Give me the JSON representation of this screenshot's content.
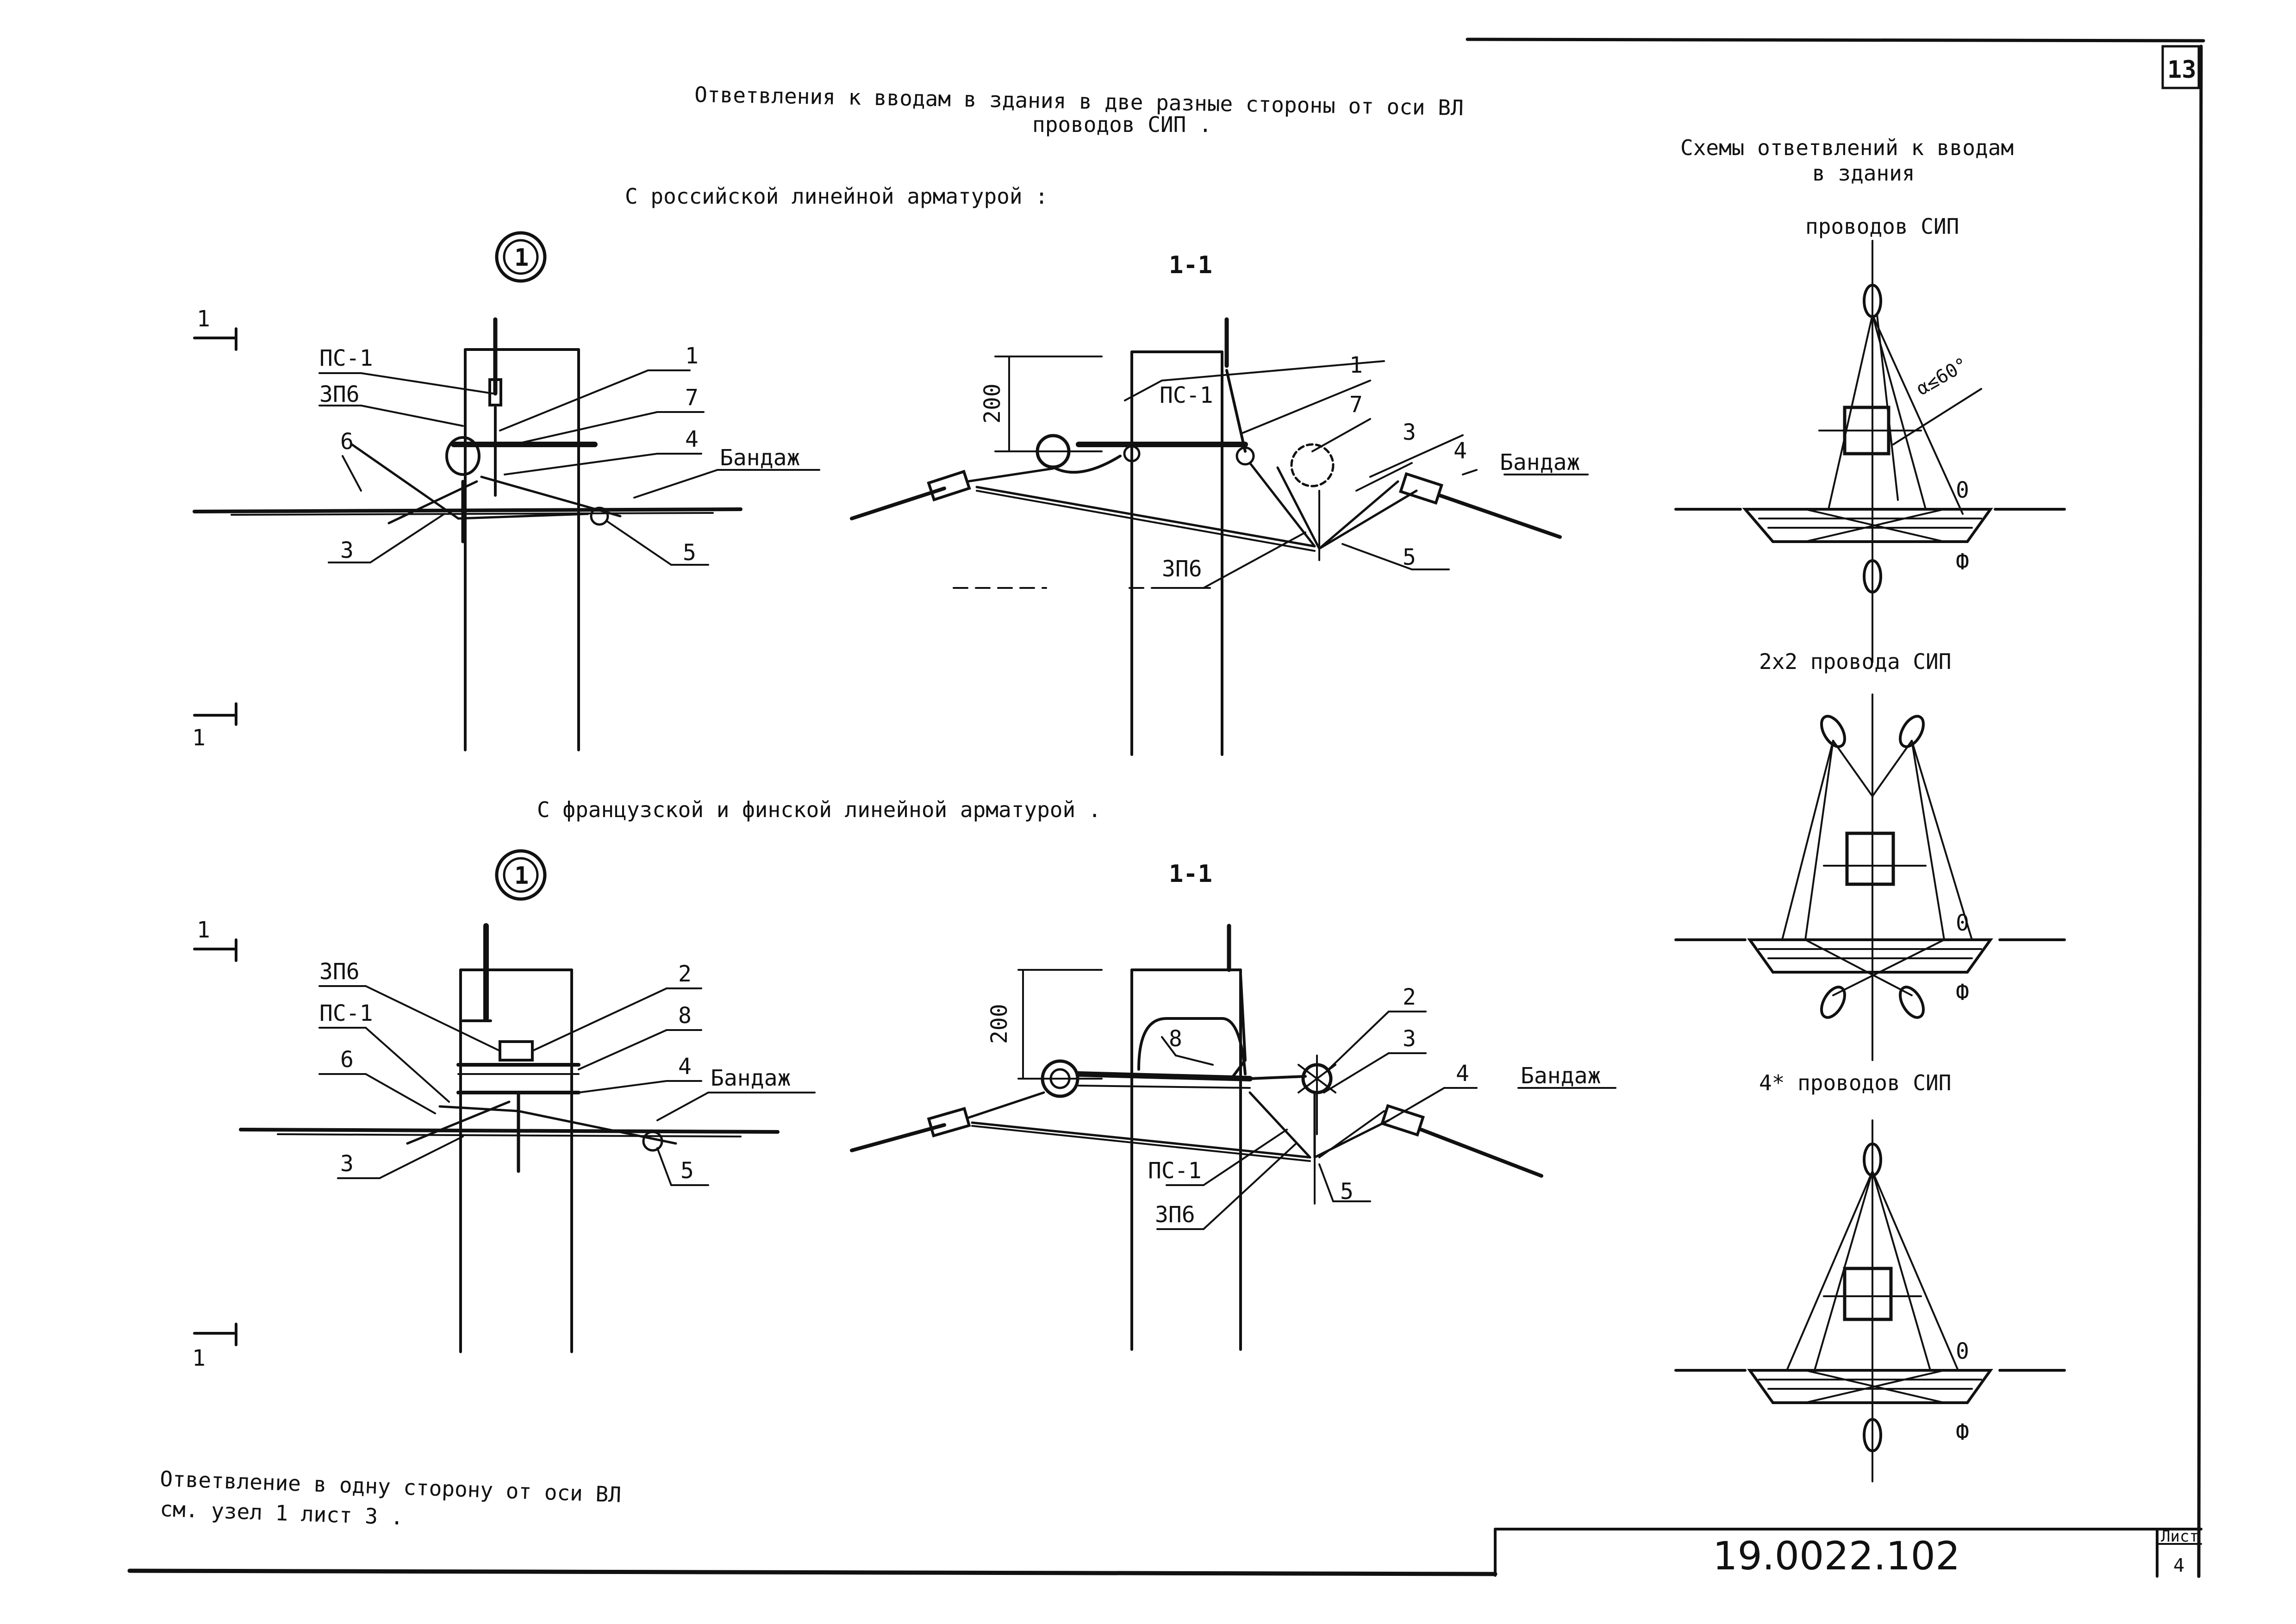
{
  "titles": {
    "main_line1": "Ответвления к вводам в здания в две разные стороны от оси ВЛ",
    "main_line2": "проводов СИП .",
    "russian": "С российской линейной арматурой :",
    "french": "С французской и финской линейной арматурой .",
    "schemes_line1": "Схемы ответвлений к вводам",
    "schemes_line2": "в здания"
  },
  "sheet": {
    "number": "13",
    "list_label": "Лист",
    "list_value": "4"
  },
  "stamp": {
    "code": "19.0022.102"
  },
  "note": {
    "line1": "Ответвление в одну сторону от оси ВЛ",
    "line2": "см. узел 1 лист 3 ."
  },
  "section_marks": {
    "section": "1-1",
    "node": "1",
    "cut_a": "1",
    "cut_b": "1"
  },
  "dimension": "200",
  "labels": {
    "ps1": "ПС-1",
    "zp6": "ЗП6",
    "bandage": "Бандаж",
    "n1": "1",
    "n2": "2",
    "n3": "3",
    "n4": "4",
    "n5": "5",
    "n6": "6",
    "n7": "7",
    "n8": "8"
  },
  "schemes": {
    "scheme1_title": "проводов СИП",
    "scheme2_title": "2х2 провода СИП",
    "scheme3_title": "4* проводов СИП",
    "angle": "α≤60°",
    "o": "0",
    "phi": "Ф"
  }
}
